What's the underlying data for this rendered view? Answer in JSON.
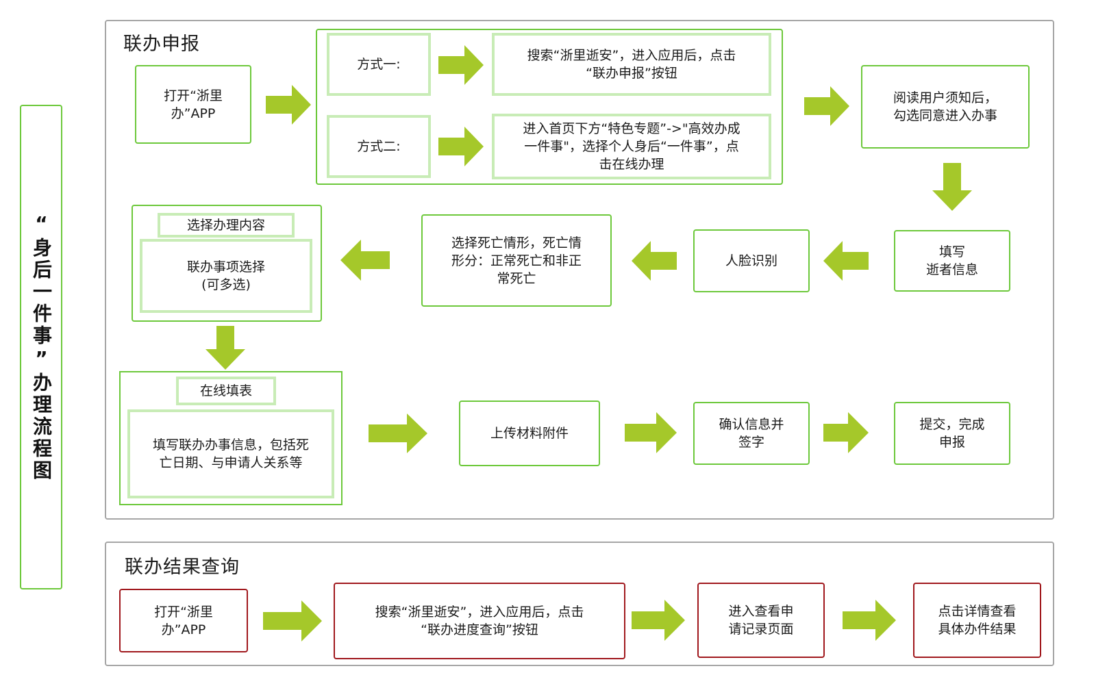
{
  "title": "“身后一件事”办理流程图",
  "colors": {
    "box_border": "#6cc83a",
    "inner_border": "#c8ecb6",
    "arrow": "#a5c82a",
    "result_border": "#a0171c",
    "panel_border": "#a6a6a6"
  },
  "declare": {
    "title": "联办申报",
    "open_app": "打开“浙里\n办”APP",
    "method1_label": "方式一:",
    "method1_desc": "搜索“浙里逝安”，进入应用后，点击\n“联办申报”按钮",
    "method2_label": "方式二:",
    "method2_desc": "进入首页下方“特色专题”->\"高效办成\n一件事\"，选择个人身后“一件事”，点\n击在线办理",
    "read_notice": "阅读用户须知后，\n勾选同意进入办事",
    "fill_deceased": "填写\n逝者信息",
    "face_recognition": "人脸识别",
    "select_death": "选择死亡情形，死亡情\n形分：正常死亡和非正\n常死亡",
    "select_content_header": "选择办理内容",
    "select_content_body": "联办事项选择\n(可多选)",
    "online_form_header": "在线填表",
    "online_form_body": "填写联办办事信息，包括死\n亡日期、与申请人关系等",
    "upload": "上传材料附件",
    "confirm_sign": "确认信息并\n签字",
    "submit": "提交，完成\n申报"
  },
  "query": {
    "title": "联办结果查询",
    "open_app": "打开“浙里\n办”APP",
    "search": "搜索“浙里逝安”，进入应用后，点击\n“联办进度查询”按钮",
    "records": "进入查看申\n请记录页面",
    "details": "点击详情查看\n具体办件结果"
  },
  "icons": {
    "arrow_right": "arrow-right-icon",
    "arrow_left": "arrow-left-icon",
    "arrow_down": "arrow-down-icon"
  }
}
